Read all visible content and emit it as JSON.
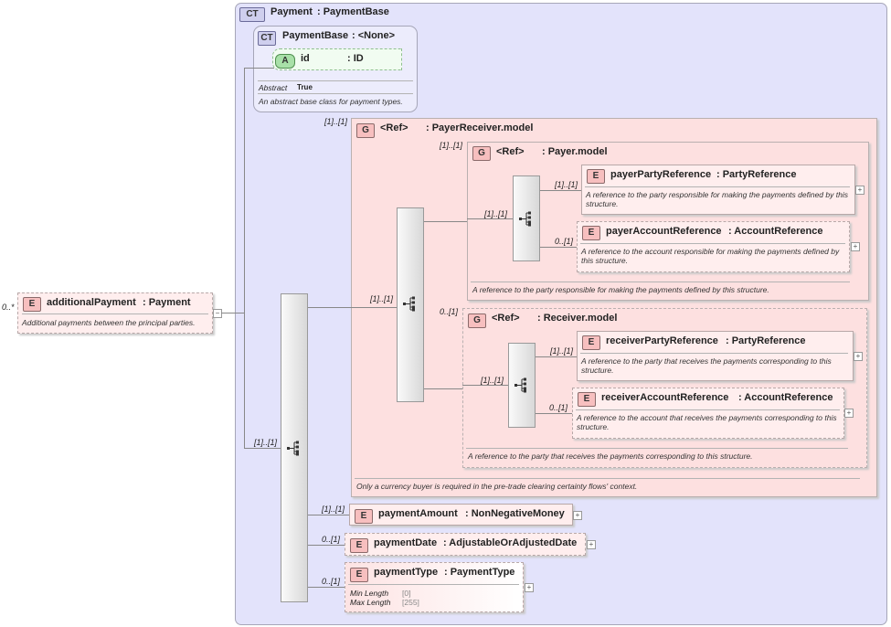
{
  "root": {
    "cardinality": "0..*",
    "badge": "E",
    "name": "additionalPayment",
    "type": ": Payment",
    "description": "Additional payments between the principal parties."
  },
  "complex_type": {
    "badge": "CT",
    "name": "Payment",
    "type": ": PaymentBase"
  },
  "base_type": {
    "badge": "CT",
    "name": "PaymentBase",
    "type": ": <None>",
    "attribute": {
      "badge": "A",
      "name": "id",
      "type": ": ID"
    },
    "abstract_label": "Abstract",
    "abstract_value": "True",
    "description": "An abstract base class for payment types."
  },
  "sequence_card": "[1]..[1]",
  "payer_receiver": {
    "cardinality": "[1]..[1]",
    "badge": "G",
    "ref": "<Ref>",
    "name": ": PayerReceiver.model",
    "description": "Only a currency buyer is required in the pre-trade clearing certainty flows' context.",
    "seq_card": "[1]..[1]",
    "payer": {
      "cardinality": "[1]..[1]",
      "badge": "G",
      "ref": "<Ref>",
      "name": ": Payer.model",
      "seq_card": "[1]..[1]",
      "description": "A reference to the party responsible for making the payments defined by this structure.",
      "party": {
        "cardinality": "[1]..[1]",
        "badge": "E",
        "name": "payerPartyReference",
        "type": ": PartyReference",
        "description": "A reference to the party responsible for making the payments defined by this structure."
      },
      "account": {
        "cardinality": "0..[1]",
        "badge": "E",
        "name": "payerAccountReference",
        "type": ": AccountReference",
        "description": "A reference to the account responsible for making the payments defined by this structure."
      }
    },
    "receiver": {
      "cardinality": "0..[1]",
      "badge": "G",
      "ref": "<Ref>",
      "name": ": Receiver.model",
      "seq_card": "[1]..[1]",
      "description": "A reference to the party that receives the payments corresponding to this structure.",
      "party": {
        "cardinality": "[1]..[1]",
        "badge": "E",
        "name": "receiverPartyReference",
        "type": ": PartyReference",
        "description": "A reference to the party that receives the payments corresponding to this structure."
      },
      "account": {
        "cardinality": "0..[1]",
        "badge": "E",
        "name": "receiverAccountReference",
        "type": ": AccountReference",
        "description": "A reference to the account that receives the payments corresponding to this structure."
      }
    }
  },
  "payment_amount": {
    "cardinality": "[1]..[1]",
    "badge": "E",
    "name": "paymentAmount",
    "type": ": NonNegativeMoney"
  },
  "payment_date": {
    "cardinality": "0..[1]",
    "badge": "E",
    "name": "paymentDate",
    "type": ": AdjustableOrAdjustedDate"
  },
  "payment_type": {
    "cardinality": "0..[1]",
    "badge": "E",
    "name": "paymentType",
    "type": ": PaymentType",
    "min_label": "Min Length",
    "min_value": "[0]",
    "max_label": "Max Length",
    "max_value": "[255]"
  },
  "expand_symbol": "+",
  "collapse_symbol": "−"
}
